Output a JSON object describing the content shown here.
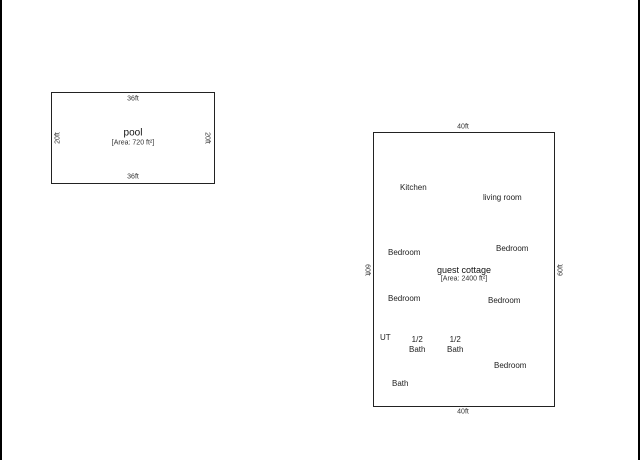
{
  "pool": {
    "name": "pool",
    "area": "[Area: 720 ft²]",
    "top_dim": "36ft",
    "bottom_dim": "36ft",
    "left_dim": "20ft",
    "right_dim": "20ft"
  },
  "cottage": {
    "name": "guest cottage",
    "area": "[Area: 2400 ft²]",
    "top_dim": "40ft",
    "bottom_dim": "40ft",
    "left_dim": "60ft",
    "right_dim": "60ft",
    "rooms": {
      "kitchen": "Kitchen",
      "living_room": "living room",
      "bedroom_1": "Bedroom",
      "bedroom_2": "Bedroom",
      "bedroom_3": "Bedroom",
      "bedroom_4": "Bedroom",
      "bedroom_5": "Bedroom",
      "ut": "UT",
      "half_bath_1_line1": "1/2",
      "half_bath_1_line2": "Bath",
      "half_bath_2_line1": "1/2",
      "half_bath_2_line2": "Bath",
      "bath": "Bath"
    }
  }
}
